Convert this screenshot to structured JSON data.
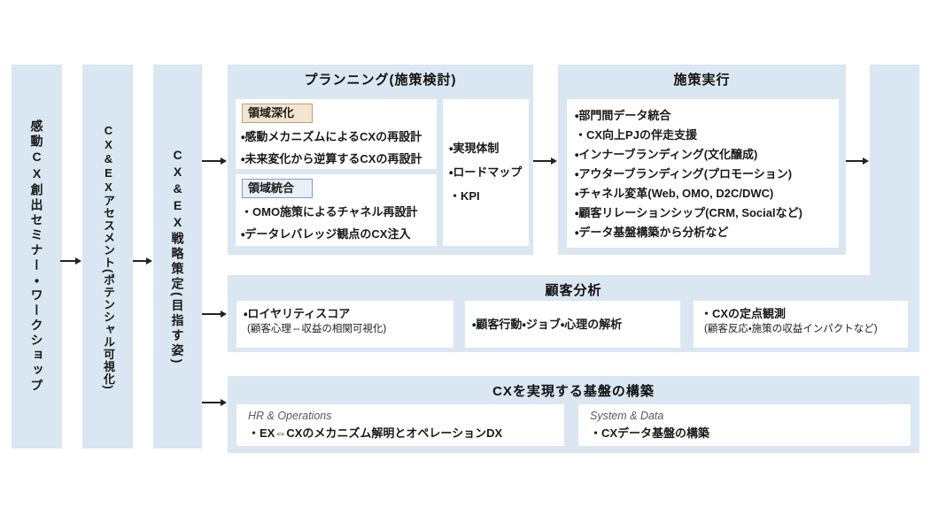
{
  "colors": {
    "panel": "#dae6f1",
    "deepen_fill": "#f3e5d0",
    "deepen_border": "#c09e74",
    "integrate_fill": "#eaf0f9",
    "integrate_border": "#8099c9",
    "text": "#1a1a1a",
    "category_text": "#595959"
  },
  "pipeline": {
    "stage1": "感動CX創出セミナー・ワークショップ",
    "stage2": "CX&EXアセスメント(ポテンシャル可視化)",
    "stage3": "CX&EX戦略策定(目指す姿)"
  },
  "planning": {
    "title": "プランニング(施策検討)",
    "deepen": {
      "label": "領域深化",
      "items": [
        "・感動メカニズムによるCXの再設計",
        "・未来変化から逆算するCXの再設計"
      ]
    },
    "integrate": {
      "label": "領域統合",
      "items": [
        "・OMO施策によるチャネル再設計",
        "・データレバレッジ観点のCX注入"
      ]
    },
    "enablers": [
      "・実現体制",
      "・ロードマップ",
      "・KPI"
    ]
  },
  "execution": {
    "title": "施策実行",
    "items": [
      "・部門間データ統合",
      "・CX向上PJの伴走支援",
      "・インナーブランディング(文化醸成)",
      "・アウターブランディング(プロモーション)",
      "・チャネル変革(Web, OMO, D2C/DWC)",
      "・顧客リレーションシップ(CRM, Socialなど)",
      "・データ基盤構築から分析など"
    ]
  },
  "analysis": {
    "title": "顧客分析",
    "boxes": [
      {
        "main": "・ロイヤリティスコア",
        "sub": "(顧客心理⇔収益の相関可視化)"
      },
      {
        "main": "・顧客行動・ジョブ・心理の解析",
        "sub": ""
      },
      {
        "main": "・CXの定点観測",
        "sub": "(顧客反応・施策の収益インパクトなど)"
      }
    ]
  },
  "foundation": {
    "title": "CXを実現する基盤の構築",
    "boxes": [
      {
        "category": "HR & Operations",
        "item": "・EX⇔CXのメカニズム解明とオペレーションDX"
      },
      {
        "category": "System & Data",
        "item": "・CXデータ基盤の構築"
      }
    ]
  }
}
